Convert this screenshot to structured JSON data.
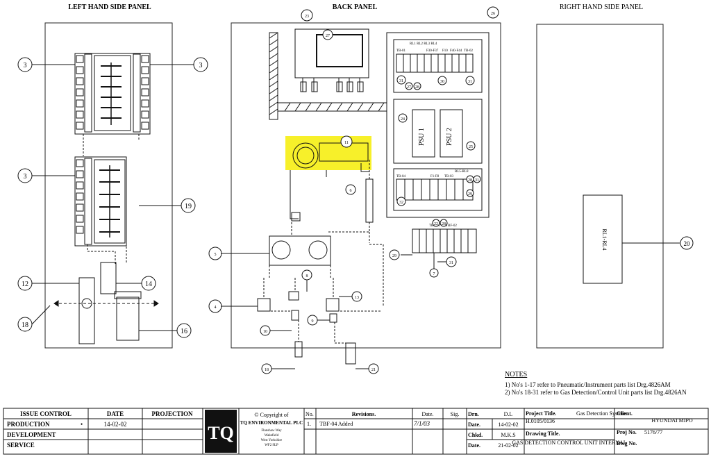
{
  "panels": {
    "left": "LEFT HAND SIDE PANEL",
    "back": "BACK PANEL",
    "right": "RIGHT HAND SIDE PANEL"
  },
  "callouts": {
    "c3": "3",
    "c19": "19",
    "c12": "12",
    "c14": "14",
    "c16": "16",
    "c18": "18",
    "c23": "23",
    "c26": "26",
    "c27": "27",
    "c11": "11",
    "c6": "6",
    "c5": "5",
    "c8": "8",
    "c4": "4",
    "c13": "13",
    "c10": "10",
    "c9": "9",
    "c21": "21",
    "c22": "22",
    "c28": "28",
    "c29": "29",
    "c31": "31",
    "c7": "7",
    "c24": "24",
    "c25": "25",
    "c30": "30",
    "c32": "32",
    "c20": "20"
  },
  "psu": {
    "psu1": "PSU 1",
    "psu2": "PSU 2"
  },
  "relay_box": {
    "label": "RL1-RL4"
  },
  "small_labels": {
    "tb01": "TB-01",
    "rl": "RL1 RL2 RL3 RL4",
    "f30": "F30-F37",
    "f10": "F10",
    "f40": "F40-F44",
    "tb02": "TB-02",
    "tb04": "TB-04",
    "f1": "F1-F8",
    "tb03": "TB-03",
    "rl5": "RL5-RL8",
    "tbf": "TBF-01",
    "tbf2": "TBF-02"
  },
  "notes": {
    "heading": "NOTES",
    "line1": "1) No's 1-17 refer to Pneumatic/Instrument parts list Drg.4826AM",
    "line2": "2) No's 18-31 refer to Gas Detection/Control Unit parts list Drg.4826AN"
  },
  "title_block": {
    "issue_control": "ISSUE CONTROL",
    "date_h": "DATE",
    "projection": "PROJECTION",
    "production": "PRODUCTION",
    "production_mark": "•",
    "production_date": "14-02-02",
    "development": "DEVELOPMENT",
    "service": "SERVICE",
    "logo": "TQ",
    "copyright": "© Copyright of",
    "company": "TQ ENVIRONMENTAL PLC",
    "addr1": "Flanshaw Way",
    "addr2": "Wakefield",
    "addr3": "West Yorkshire",
    "addr4": "WF2 9LP",
    "no_h": "No.",
    "revisions_h": "Revisions.",
    "date2_h": "Date.",
    "sig_h": "Sig.",
    "rev_no": "1.",
    "rev_text": "TBF-04 Added",
    "rev_date": "7/1/03",
    "drn": "Drn.",
    "drn_val": "D.L",
    "date_lbl": "Date.",
    "date_val": "14-02-02",
    "chkd": "Chkd.",
    "chkd_val": "M.K.S",
    "date_lbl2": "Date.",
    "date_val2": "21-02-02",
    "project_title_lbl": "Project Title.",
    "project_title_val": "Gas Detection System",
    "project_ref": "H.0105/0136",
    "drawing_title_lbl": "Drawing Title.",
    "drawing_title_val": "GAS DETECTION CONTROL UNIT INTERNAL",
    "client_lbl": "Client.",
    "client_val": "HYUNDAI MIPO",
    "proj_no_lbl": "Proj No.",
    "proj_no_val": "5176/77",
    "dwg_no_lbl": "Dwg No."
  }
}
